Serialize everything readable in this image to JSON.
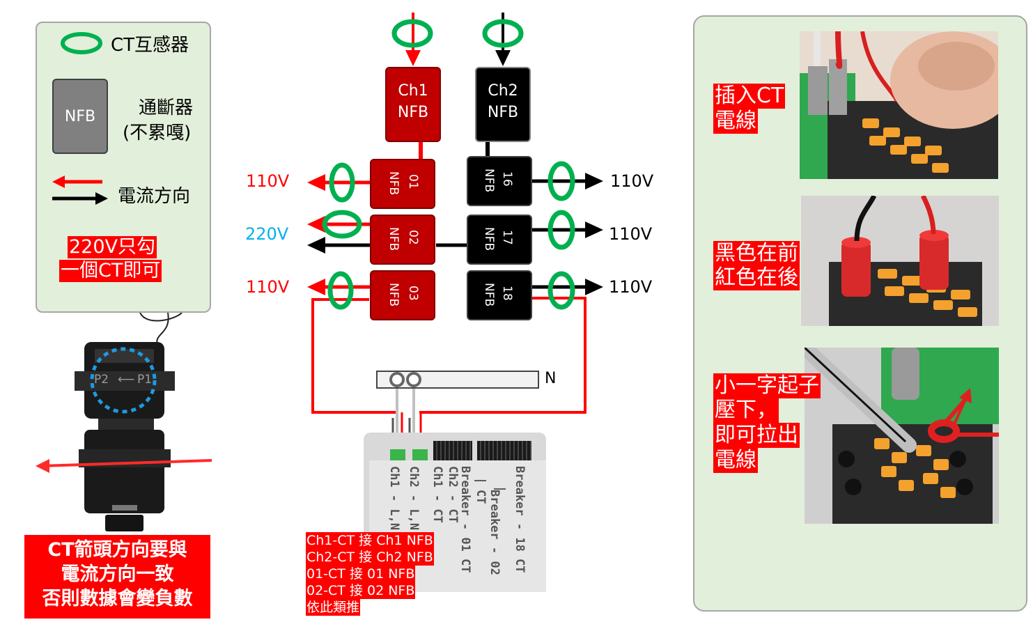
{
  "legend": {
    "ct_label": "CT互感器",
    "nfb_box": "NFB",
    "nfb_desc_line1": "通斷器",
    "nfb_desc_line2": "(不累嘎)",
    "current_dir": "電流方向",
    "note_line1": "220V只勾",
    "note_line2": "一個CT即可"
  },
  "ct_photo": {
    "marking_p2": "P2",
    "marking_p1": "P1",
    "caption_line1": "CT箭頭方向要與",
    "caption_line2": "電流方向一致",
    "caption_line3": "否則數據會變負數"
  },
  "diagram": {
    "ch1_nfb": [
      "Ch1",
      "NFB"
    ],
    "ch2_nfb": [
      "Ch2",
      "NFB"
    ],
    "breakers_left": [
      {
        "num": "01",
        "nfb": "NFB"
      },
      {
        "num": "02",
        "nfb": "NFB"
      },
      {
        "num": "03",
        "nfb": "NFB"
      }
    ],
    "breakers_right": [
      {
        "num": "16",
        "nfb": "NFB"
      },
      {
        "num": "17",
        "nfb": "NFB"
      },
      {
        "num": "18",
        "nfb": "NFB"
      }
    ],
    "volt_left": [
      "110V",
      "220V",
      "110V"
    ],
    "volt_right": [
      "110V",
      "110V",
      "110V"
    ],
    "neutral": "N",
    "colors": {
      "red": "#ff0000",
      "black": "#000000",
      "dark_red": "#c00000",
      "ct_green": "#00b050",
      "volt_220": "#00b0f0"
    }
  },
  "device": {
    "col1": "Ch1 - L,N",
    "col2": "Ch2 - L,N",
    "col3": "Ch1 - CT",
    "col4": "Ch2 - CT",
    "col5": "Breaker - 01 CT",
    "col6": "Breaker - 02 CT",
    "col7": "Breaker - 18 CT",
    "dash1": "|",
    "dash2": "|"
  },
  "instructions": [
    "Ch1-CT 接 Ch1 NFB",
    "Ch2-CT 接 Ch2 NFB",
    "01-CT 接 01 NFB",
    "02-CT 接 02 NFB",
    "依此類推"
  ],
  "right_panel": {
    "step1_line1": "插入CT",
    "step1_line2": "電線",
    "step2_line1": "黑色在前",
    "step2_line2": "紅色在後",
    "step3_line1": "小一字起子",
    "step3_line2": "壓下，",
    "step3_line3": "即可拉出",
    "step3_line4": "電線"
  }
}
